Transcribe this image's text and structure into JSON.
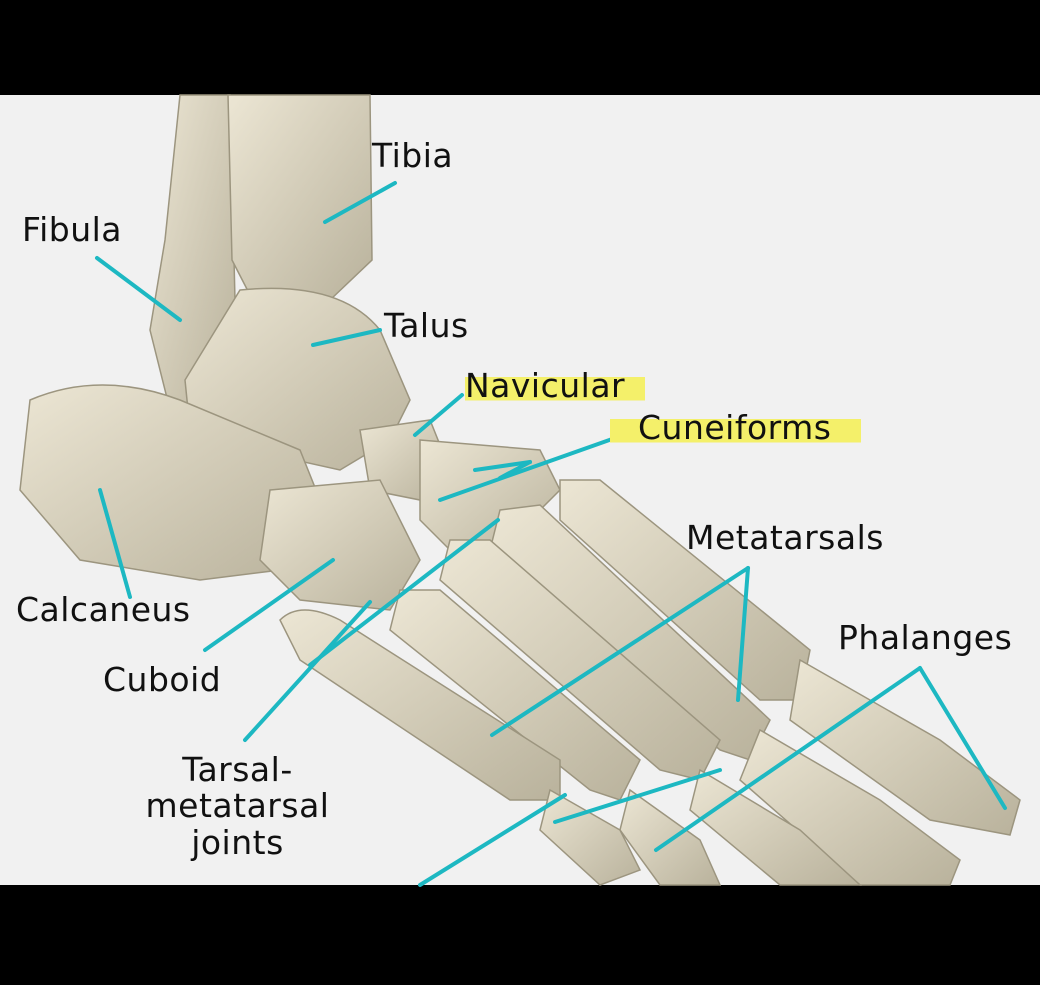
{
  "diagram": {
    "labels": {
      "tibia": "Tibia",
      "fibula": "Fibula",
      "talus": "Talus",
      "navicular": "Navicular",
      "cuneiforms": "Cuneiforms",
      "metatarsals": "Metatarsals",
      "phalanges": "Phalanges",
      "calcaneus": "Calcaneus",
      "cuboid": "Cuboid",
      "tarsal_line1": "Tarsal-",
      "tarsal_line2": "metatarsal",
      "tarsal_line3": "joints"
    },
    "highlighted": [
      "Navicular",
      "Cuneiforms"
    ],
    "colors": {
      "leader": "#1db8c2",
      "bone": "#ddd6c2",
      "highlight": "#f4f06a",
      "background": "#f1f1f1"
    }
  }
}
